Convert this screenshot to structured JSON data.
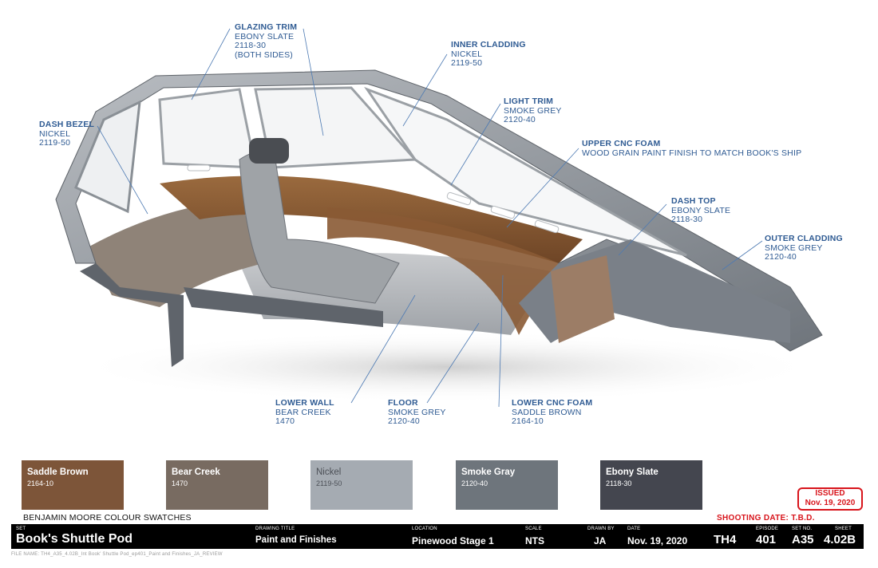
{
  "callouts": [
    {
      "title": "GLAZING TRIM",
      "lines": [
        "EBONY SLATE",
        "2118-30",
        "(BOTH SIDES)"
      ]
    },
    {
      "title": "INNER CLADDING",
      "lines": [
        "NICKEL",
        "2119-50"
      ]
    },
    {
      "title": "DASH BEZEL",
      "lines": [
        "NICKEL",
        "2119-50"
      ]
    },
    {
      "title": "LIGHT TRIM",
      "lines": [
        "SMOKE GREY",
        "2120-40"
      ]
    },
    {
      "title": "UPPER CNC FOAM",
      "lines": [
        "WOOD GRAIN PAINT FINISH TO MATCH BOOK'S SHIP"
      ]
    },
    {
      "title": "DASH TOP",
      "lines": [
        "EBONY SLATE",
        "2118-30"
      ]
    },
    {
      "title": "OUTER CLADDING",
      "lines": [
        "SMOKE GREY",
        "2120-40"
      ]
    },
    {
      "title": "LOWER WALL",
      "lines": [
        "BEAR CREEK",
        "1470"
      ]
    },
    {
      "title": "FLOOR",
      "lines": [
        "SMOKE GREY",
        "2120-40"
      ]
    },
    {
      "title": "LOWER CNC FOAM",
      "lines": [
        "SADDLE BROWN",
        "2164-10"
      ]
    }
  ],
  "swatches": [
    {
      "name": "Saddle Brown",
      "code": "2164-10",
      "color": "#7d5539",
      "text_color": "#ffffff"
    },
    {
      "name": "Bear Creek",
      "code": "1470",
      "color": "#786b61",
      "text_color": "#ffffff"
    },
    {
      "name": "Nickel",
      "code": "2119-50",
      "color": "#a5abb2",
      "text_color": "#4c5057"
    },
    {
      "name": "Smoke Gray",
      "code": "2120-40",
      "color": "#6e757c",
      "text_color": "#ffffff"
    },
    {
      "name": "Ebony Slate",
      "code": "2118-30",
      "color": "#44464f",
      "text_color": "#ffffff"
    }
  ],
  "swatch_caption": "BENJAMIN MOORE COLOUR SWATCHES",
  "stamp": {
    "line1": "ISSUED",
    "line2": "Nov. 19, 2020"
  },
  "shooting_date": "SHOOTING DATE:  T.B.D.",
  "title_block": {
    "set": {
      "label": "SET",
      "value": "Book's Shuttle Pod"
    },
    "drawing_title": {
      "label": "DRAWING TITLE",
      "value": "Paint and Finishes"
    },
    "location": {
      "label": "LOCATION",
      "value": "Pinewood Stage 1"
    },
    "scale": {
      "label": "SCALE",
      "value": "NTS"
    },
    "drawn_by": {
      "label": "DRAWN BY",
      "value": "JA"
    },
    "date": {
      "label": "DATE",
      "value": "Nov. 19, 2020"
    },
    "code": {
      "value": "TH4"
    },
    "episode": {
      "label": "EPISODE",
      "value": "401"
    },
    "set_no": {
      "label": "SET NO.",
      "value": "A35"
    },
    "sheet": {
      "label": "SHEET",
      "value": "4.02B"
    }
  },
  "file_name": "FILE NAME: TH4_A35_4.02B_Int Book' Shuttle Pod_ep401_Paint and Finishes_JA_REVIEW"
}
